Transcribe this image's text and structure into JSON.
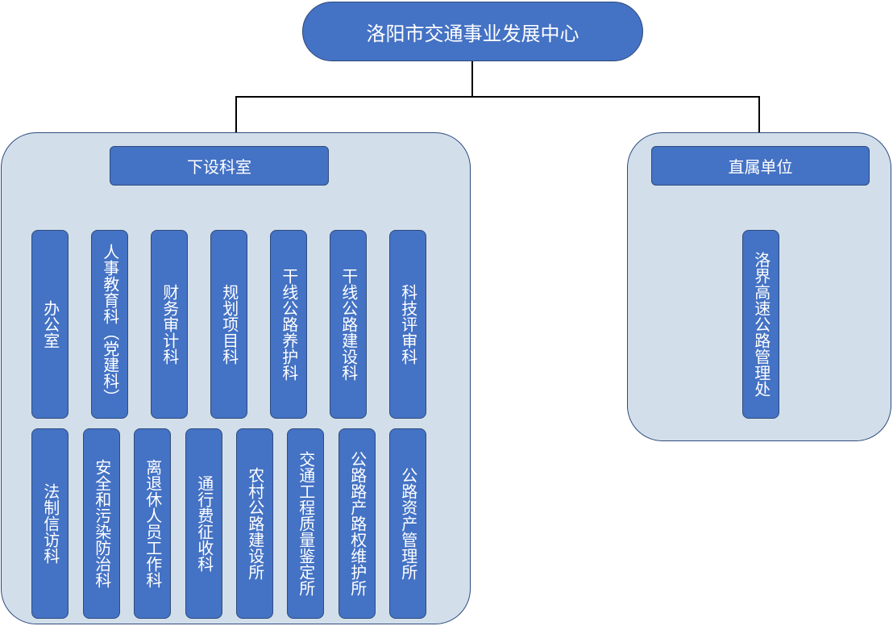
{
  "root": {
    "label": "洛阳市交通事业发展中心"
  },
  "departments": {
    "header": "下设科室",
    "row1": [
      "办公室",
      "人事教育科（党建科）",
      "财务审计科",
      "规划项目科",
      "干线公路养护科",
      "干线公路建设科",
      "科技评审科"
    ],
    "row2": [
      "法制信访科",
      "安全和污染防治科",
      "离退休人员工作科",
      "通行费征收科",
      "农村公路建设所",
      "交通工程质量鉴定所",
      "公路路产路权维护所",
      "公路资产管理所"
    ]
  },
  "affiliated": {
    "header": "直属单位",
    "items": [
      "洛界高速公路管理处"
    ]
  },
  "colors": {
    "box_fill": "#4472c4",
    "box_border": "#2f4b7c",
    "panel_fill": "#d2dfeb",
    "text": "#ffffff",
    "connector": "#000000"
  }
}
